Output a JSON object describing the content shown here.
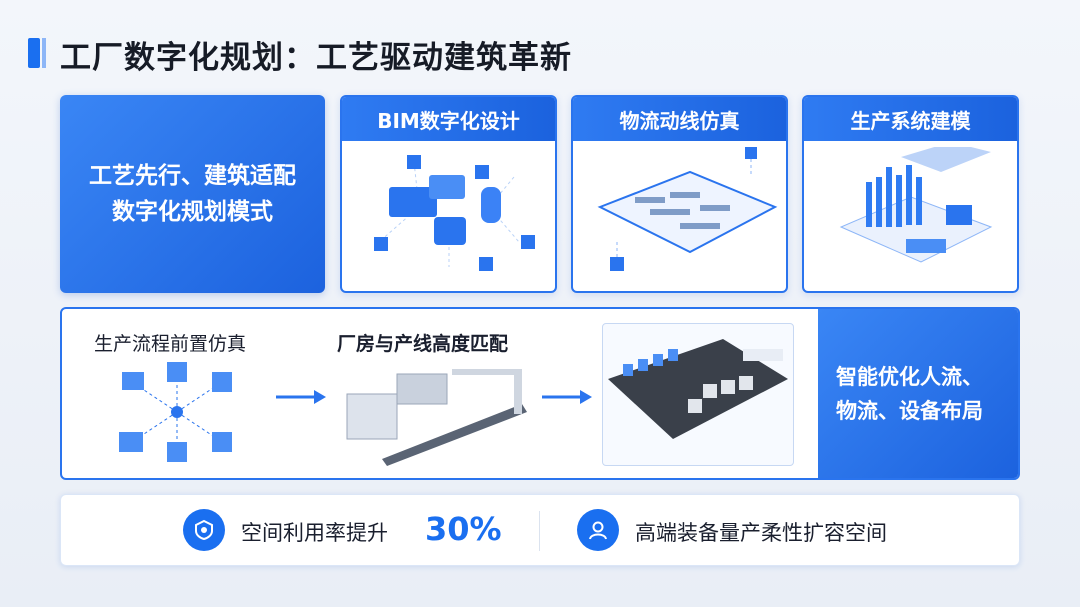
{
  "title": "工厂数字化规划：工艺驱动建筑革新",
  "hero": {
    "line1": "工艺先行、建筑适配",
    "line2": "数字化规划模式"
  },
  "cards": [
    {
      "title": "BIM数字化设计",
      "icon": "bim-cubes-illustration"
    },
    {
      "title": "物流动线仿真",
      "icon": "logistics-layout-illustration"
    },
    {
      "title": "生产系统建模",
      "icon": "3d-bar-model-illustration"
    }
  ],
  "flow": {
    "step1": "生产流程前置仿真",
    "step2": "厂房与产线高度匹配",
    "result_line1": "智能优化人流、",
    "result_line2": "物流、设备布局"
  },
  "stats": {
    "label1": "空间利用率提升",
    "value1": "30%",
    "label2": "高端装备量产柔性扩容空间"
  },
  "colors": {
    "accent": "#1a6ff0"
  }
}
